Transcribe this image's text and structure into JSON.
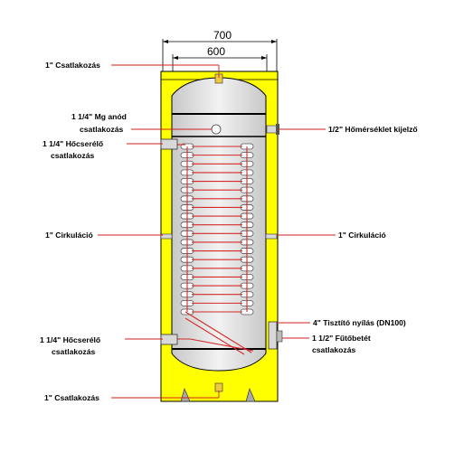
{
  "dimensions": {
    "outer_width": "700",
    "inner_width": "600"
  },
  "labels": {
    "top_connection": "1\" Csatlakozás",
    "anode_line1": "1 1/4\" Mg anód",
    "anode_line2": "csatlakozás",
    "hx_top_line1": "1 1/4\" Hőcserélő",
    "hx_top_line2": "csatlakozás",
    "circ_left": "1\" Cirkuláció",
    "hx_bottom_line1": "1 1/4\" Hőcserélő",
    "hx_bottom_line2": "csatlakozás",
    "bottom_connection": "1\" Csatlakozás",
    "thermometer": "1/2\" Hőmérséklet kijelző",
    "circ_right": "1\" Cirkuláció",
    "cleaning": "4\" Tisztító nyílás (DN100)",
    "heater_line1": "1 1/2\" Fűtőbetét",
    "heater_line2": "csatlakozás"
  },
  "colors": {
    "insulation": "#ffff00",
    "tank_fill": "#dedede",
    "leader": "#d02020",
    "coil_pipe": "#d42a2a"
  },
  "coil": {
    "turn_count": 20
  }
}
